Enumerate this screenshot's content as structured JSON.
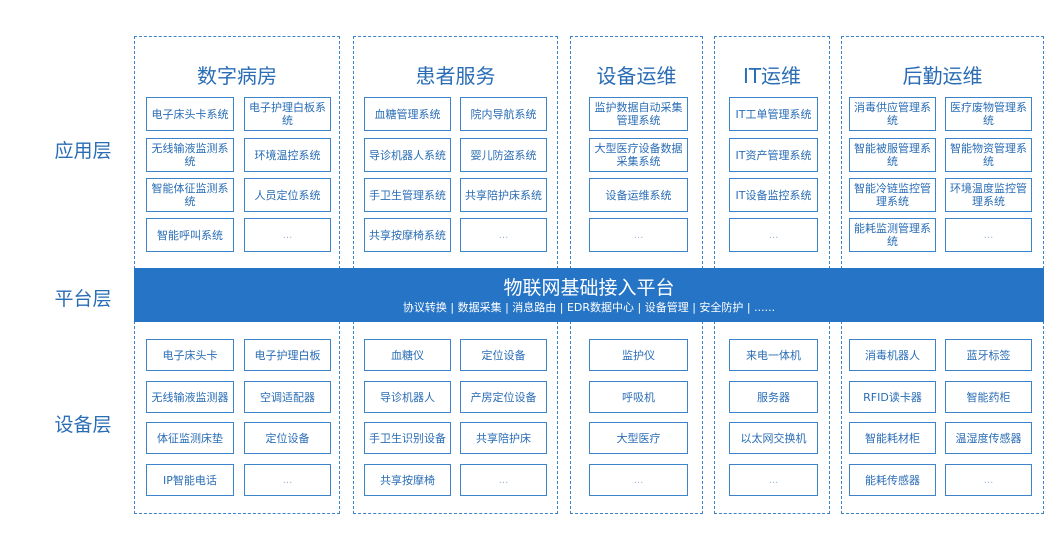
{
  "layers": {
    "application": "应用层",
    "platform": "平台层",
    "device": "设备层"
  },
  "platform": {
    "title": "物联网基础接入平台",
    "subtitle": "协议转换 | 数据采集 | 消息路由 | EDR数据中心 | 设备管理 | 安全防护 | ......"
  },
  "columns": [
    {
      "title": "数字病房",
      "app": [
        "电子床头卡系统",
        "电子护理白板系统",
        "无线输液监测系统",
        "环境温控系统",
        "智能体征监测系统",
        "人员定位系统",
        "智能呼叫系统",
        "..."
      ],
      "device": [
        "电子床头卡",
        "电子护理白板",
        "无线输液监测器",
        "空调适配器",
        "体征监测床垫",
        "定位设备",
        "IP智能电话",
        "..."
      ]
    },
    {
      "title": "患者服务",
      "app": [
        "血糖管理系统",
        "院内导航系统",
        "导诊机器人系统",
        "婴儿防盗系统",
        "手卫生管理系统",
        "共享陪护床系统",
        "共享按摩椅系统",
        "..."
      ],
      "device": [
        "血糖仪",
        "定位设备",
        "导诊机器人",
        "产房定位设备",
        "手卫生识别设备",
        "共享陪护床",
        "共享按摩椅",
        "..."
      ]
    },
    {
      "title": "设备运维",
      "app": [
        "监护数据自动采集管理系统",
        "大型医疗设备数据采集系统",
        "设备运维系统",
        "..."
      ],
      "device": [
        "监护仪",
        "呼吸机",
        "大型医疗",
        "..."
      ]
    },
    {
      "title": "IT运维",
      "app": [
        "IT工单管理系统",
        "IT资产管理系统",
        "IT设备监控系统",
        "..."
      ],
      "device": [
        "来电一体机",
        "服务器",
        "以太网交换机",
        "..."
      ]
    },
    {
      "title": "后勤运维",
      "app": [
        "消毒供应管理系统",
        "医疗废物管理系统",
        "智能被服管理系统",
        "智能物资管理系统",
        "智能冷链监控管理系统",
        "环境温度监控管理系统",
        "能耗监测管理系统",
        "..."
      ],
      "device": [
        "消毒机器人",
        "蓝牙标签",
        "RFID读卡器",
        "智能药柜",
        "智能耗材柜",
        "温湿度传感器",
        "能耗传感器",
        "..."
      ]
    }
  ]
}
